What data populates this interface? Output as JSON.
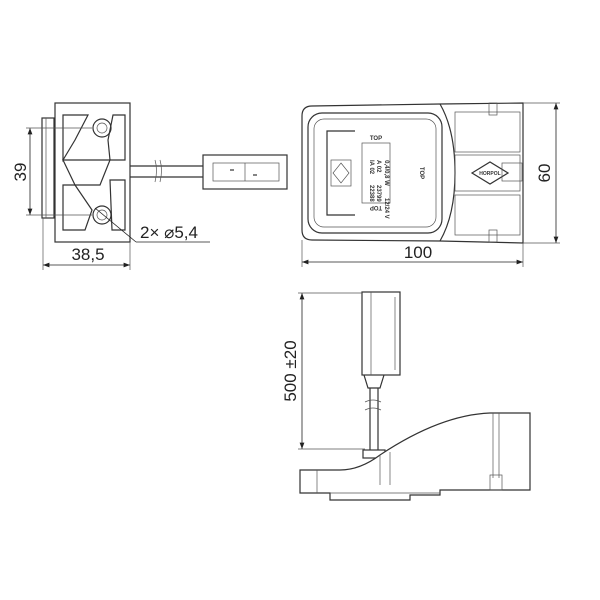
{
  "dimensions": {
    "height_39": "39",
    "width_38_5": "38,5",
    "hole": "2× ⌀5,4",
    "length_100": "100",
    "width_60": "60",
    "cable_500": "500 ±20"
  },
  "label": {
    "top1": "TOP",
    "top2": "TOP",
    "top3": "TOP",
    "power": "0,4/0,8 W",
    "voltage": "12/24 V",
    "approval_a": "A 02",
    "approval_ia": "IA 02",
    "code1": "23799",
    "code2": "22388",
    "brand": "HORPOL"
  }
}
